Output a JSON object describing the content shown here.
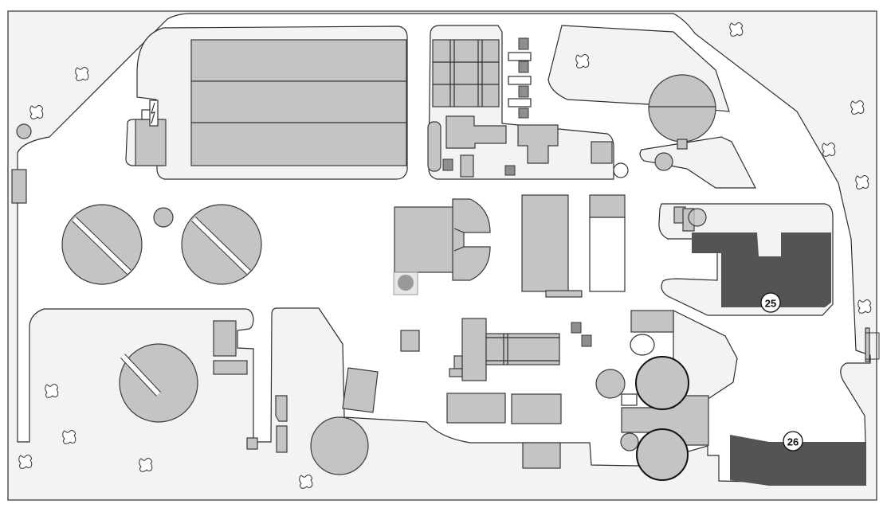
{
  "map": {
    "colors": {
      "ground": "#f3f3f3",
      "road": "#ffffff",
      "building": "#c4c4c4",
      "highlighted_building": "#545454",
      "outline": "#2e2e2e"
    },
    "labels": [
      {
        "id": "25",
        "text": "25"
      },
      {
        "id": "26",
        "text": "26"
      }
    ],
    "icons": [
      "tree-icon",
      "transformer-icon"
    ]
  }
}
